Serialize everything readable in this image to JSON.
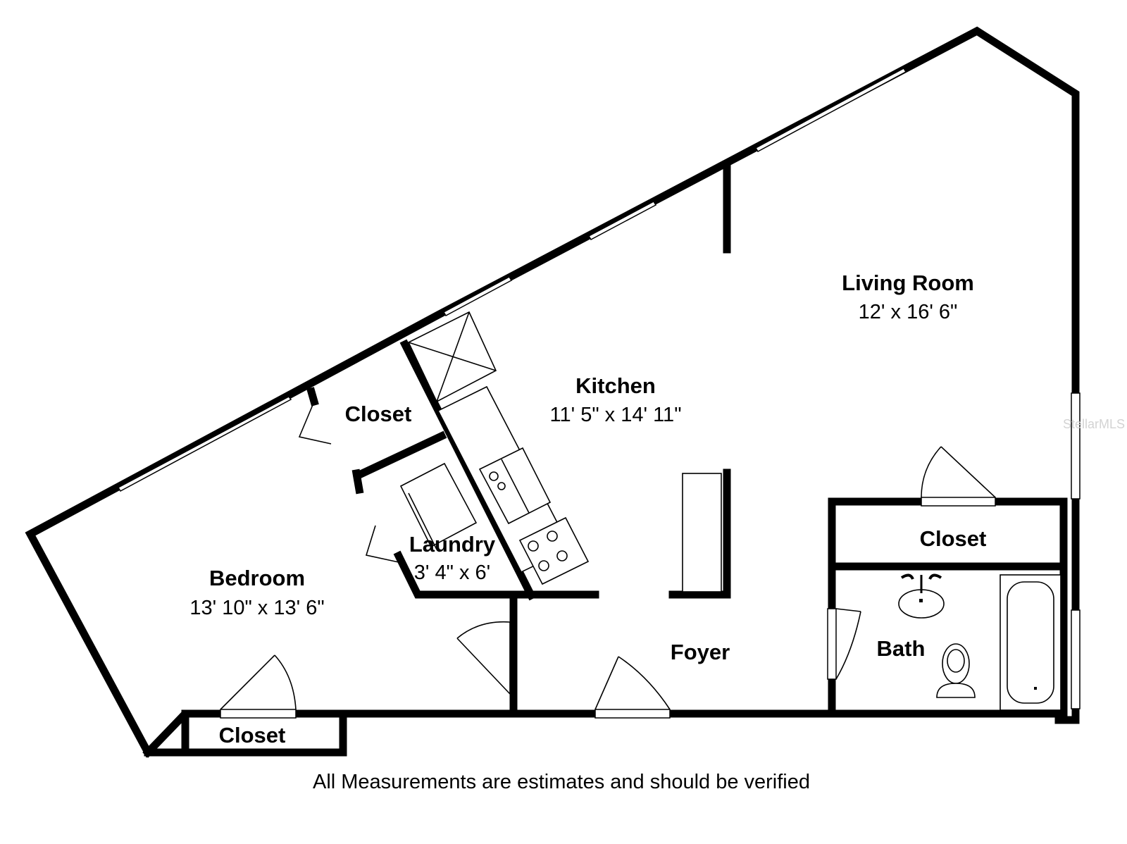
{
  "rooms": {
    "living_room": {
      "name": "Living Room",
      "dimensions": "12' x 16' 6\""
    },
    "kitchen": {
      "name": "Kitchen",
      "dimensions": "11' 5\" x 14' 11\""
    },
    "closet_upper": {
      "name": "Closet"
    },
    "laundry": {
      "name": "Laundry",
      "dimensions": "3' 4\" x 6'"
    },
    "bedroom": {
      "name": "Bedroom",
      "dimensions": "13' 10\" x 13' 6\""
    },
    "closet_right": {
      "name": "Closet"
    },
    "foyer": {
      "name": "Foyer"
    },
    "bath": {
      "name": "Bath"
    },
    "closet_bottom": {
      "name": "Closet"
    }
  },
  "footer_note": "All Measurements are estimates and should be verified",
  "watermark": "StellarMLS",
  "colors": {
    "wall": "#000000",
    "background": "#ffffff"
  }
}
